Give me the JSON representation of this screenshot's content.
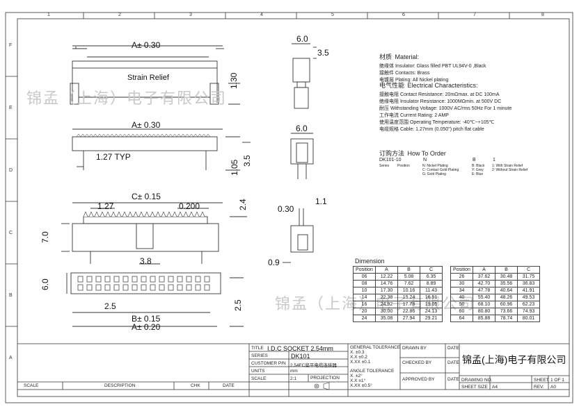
{
  "zones": {
    "top": [
      "1",
      "2",
      "3",
      "4",
      "5",
      "6",
      "7",
      "8"
    ],
    "left": [
      "F",
      "E",
      "D",
      "C",
      "B",
      "A"
    ]
  },
  "dims": {
    "a_030": "A± 0.30",
    "h_130": "1.30",
    "strain_relief": "Strain Relief",
    "w_60": "6.0",
    "h_35": "3.5",
    "a_030_b": "A± 0.30",
    "w_60_b": "6.0",
    "typ_127": "1.27 TYP",
    "h_105": "1.05",
    "h_35_b": "3.5",
    "c_015": "C± 0.15",
    "p_127": "1.27",
    "p_0200": "0.200",
    "h_24": "2.4",
    "h_70": "7.0",
    "d_030": "0.30",
    "d_11": "1.1",
    "d_09": "0.9",
    "w_38": "3.8",
    "h_60": "6.0",
    "w_25": "2.5",
    "h_25": "2.5",
    "b_015": "B± 0.15",
    "a_020": "A± 0.20"
  },
  "material": {
    "title_cn": "材质",
    "title_en": "Material:",
    "lines": [
      "绝缘体 Insulator: Glass filled PBT UL94V-0 ,Black",
      "接触件 Contacts: Brass",
      "电镀层 Plating:  All Nickel plating"
    ]
  },
  "electrical": {
    "title_cn": "电气性能",
    "title_en": "Electrical Characteristics:",
    "lines": [
      "接触电阻 Contact Resistance: 20mΩmax. at DC 100mA",
      "绝缘电阻 Insulator Resistance: 1000MΩmin. at 500V DC",
      "耐压 Withstanding Voltage: 1000V AC/rms 50Hz For 1 minute",
      "工作电流 Current Rating: 2 AMP",
      "使用温度范围 Operating Temperature: -40℃~+105℃",
      "电缆规格 Cable: 1.27mm (0.050\") pitch flat cable"
    ]
  },
  "order": {
    "title_cn": "订购方法",
    "title_en": "How To Order",
    "code": "DK101-10",
    "n": "N",
    "b": "B",
    "one": "1",
    "series": "Series",
    "position": "Position",
    "n_opts": [
      "N: Nickel Plating",
      "C: Contact Gold Plating",
      "G: Gold Plating"
    ],
    "b_opts": [
      "B: Black",
      "Y: Grey",
      "E: Blue"
    ],
    "one_opts": [
      "1: With Strain Relief",
      "2: Without Strain Relief"
    ]
  },
  "dimension": {
    "title": "Dimension",
    "headers": [
      "Position",
      "A",
      "B",
      "C"
    ],
    "left_rows": [
      [
        "06",
        "12.22",
        "5.08",
        "6.35"
      ],
      [
        "08",
        "14.76",
        "7.62",
        "8.89"
      ],
      [
        "10",
        "17.30",
        "10.16",
        "11.43"
      ],
      [
        "14",
        "22.38",
        "15.24",
        "16.51"
      ],
      [
        "16",
        "24.92",
        "17.78",
        "19.05"
      ],
      [
        "20",
        "30.00",
        "22.86",
        "24.13"
      ],
      [
        "24",
        "35.08",
        "27.94",
        "29.21"
      ]
    ],
    "right_rows": [
      [
        "26",
        "37.62",
        "30.48",
        "31.75"
      ],
      [
        "30",
        "42.70",
        "35.56",
        "36.83"
      ],
      [
        "34",
        "47.78",
        "40.64",
        "41.91"
      ],
      [
        "40",
        "55.40",
        "48.26",
        "49.53"
      ],
      [
        "50",
        "68.10",
        "60.96",
        "62.23"
      ],
      [
        "60",
        "80.80",
        "73.66",
        "74.93"
      ],
      [
        "64",
        "85.88",
        "78.74",
        "80.01"
      ]
    ]
  },
  "watermark": "锦孟（上海）电子有限公司",
  "title_block": {
    "title_lbl": "TITLE",
    "title_val": "I.D.C SOCKET 2.54mm",
    "series_lbl": "SERIES",
    "series_val": "DK101",
    "customer_lbl": "CUSTOMER P/N",
    "customer_val": "2.54FC扁平电缆连接器",
    "units_lbl": "UNITS",
    "units_val": "mm",
    "projection_lbl": "PROJECTION",
    "scale_lbl": "SCALE",
    "scale_val": "2:1",
    "gen_tol": "GENERAL TOLERANCE",
    "tol_lines": [
      "X.  ±0.3",
      "X.X  ±0.2",
      "X.XX  ±0.1"
    ],
    "ang_tol": "ANGLE TOLERANCE",
    "ang_lines": [
      "X.  ±2°",
      "X.X  ±1°",
      "X.XX  ±0.5°"
    ],
    "drawn_by": "DRAWN BY",
    "checked_by": "CHECKED BY",
    "approved_by": "APPROVED BY",
    "date": "DATE",
    "company": "锦孟(上海)电子有限公司",
    "drawing_no": "DRAWING NO.",
    "sheet_size": "SHEET SIZE",
    "sheet_size_val": "A4",
    "sheet": "SHEET",
    "sheet_val": "1 OF 1",
    "rev": "REV.",
    "rev_val": "A0",
    "bottom_scale": "SCALE",
    "bottom_desc": "DESCRIPTION",
    "bottom_chk": "CHK",
    "bottom_date": "DATE"
  }
}
